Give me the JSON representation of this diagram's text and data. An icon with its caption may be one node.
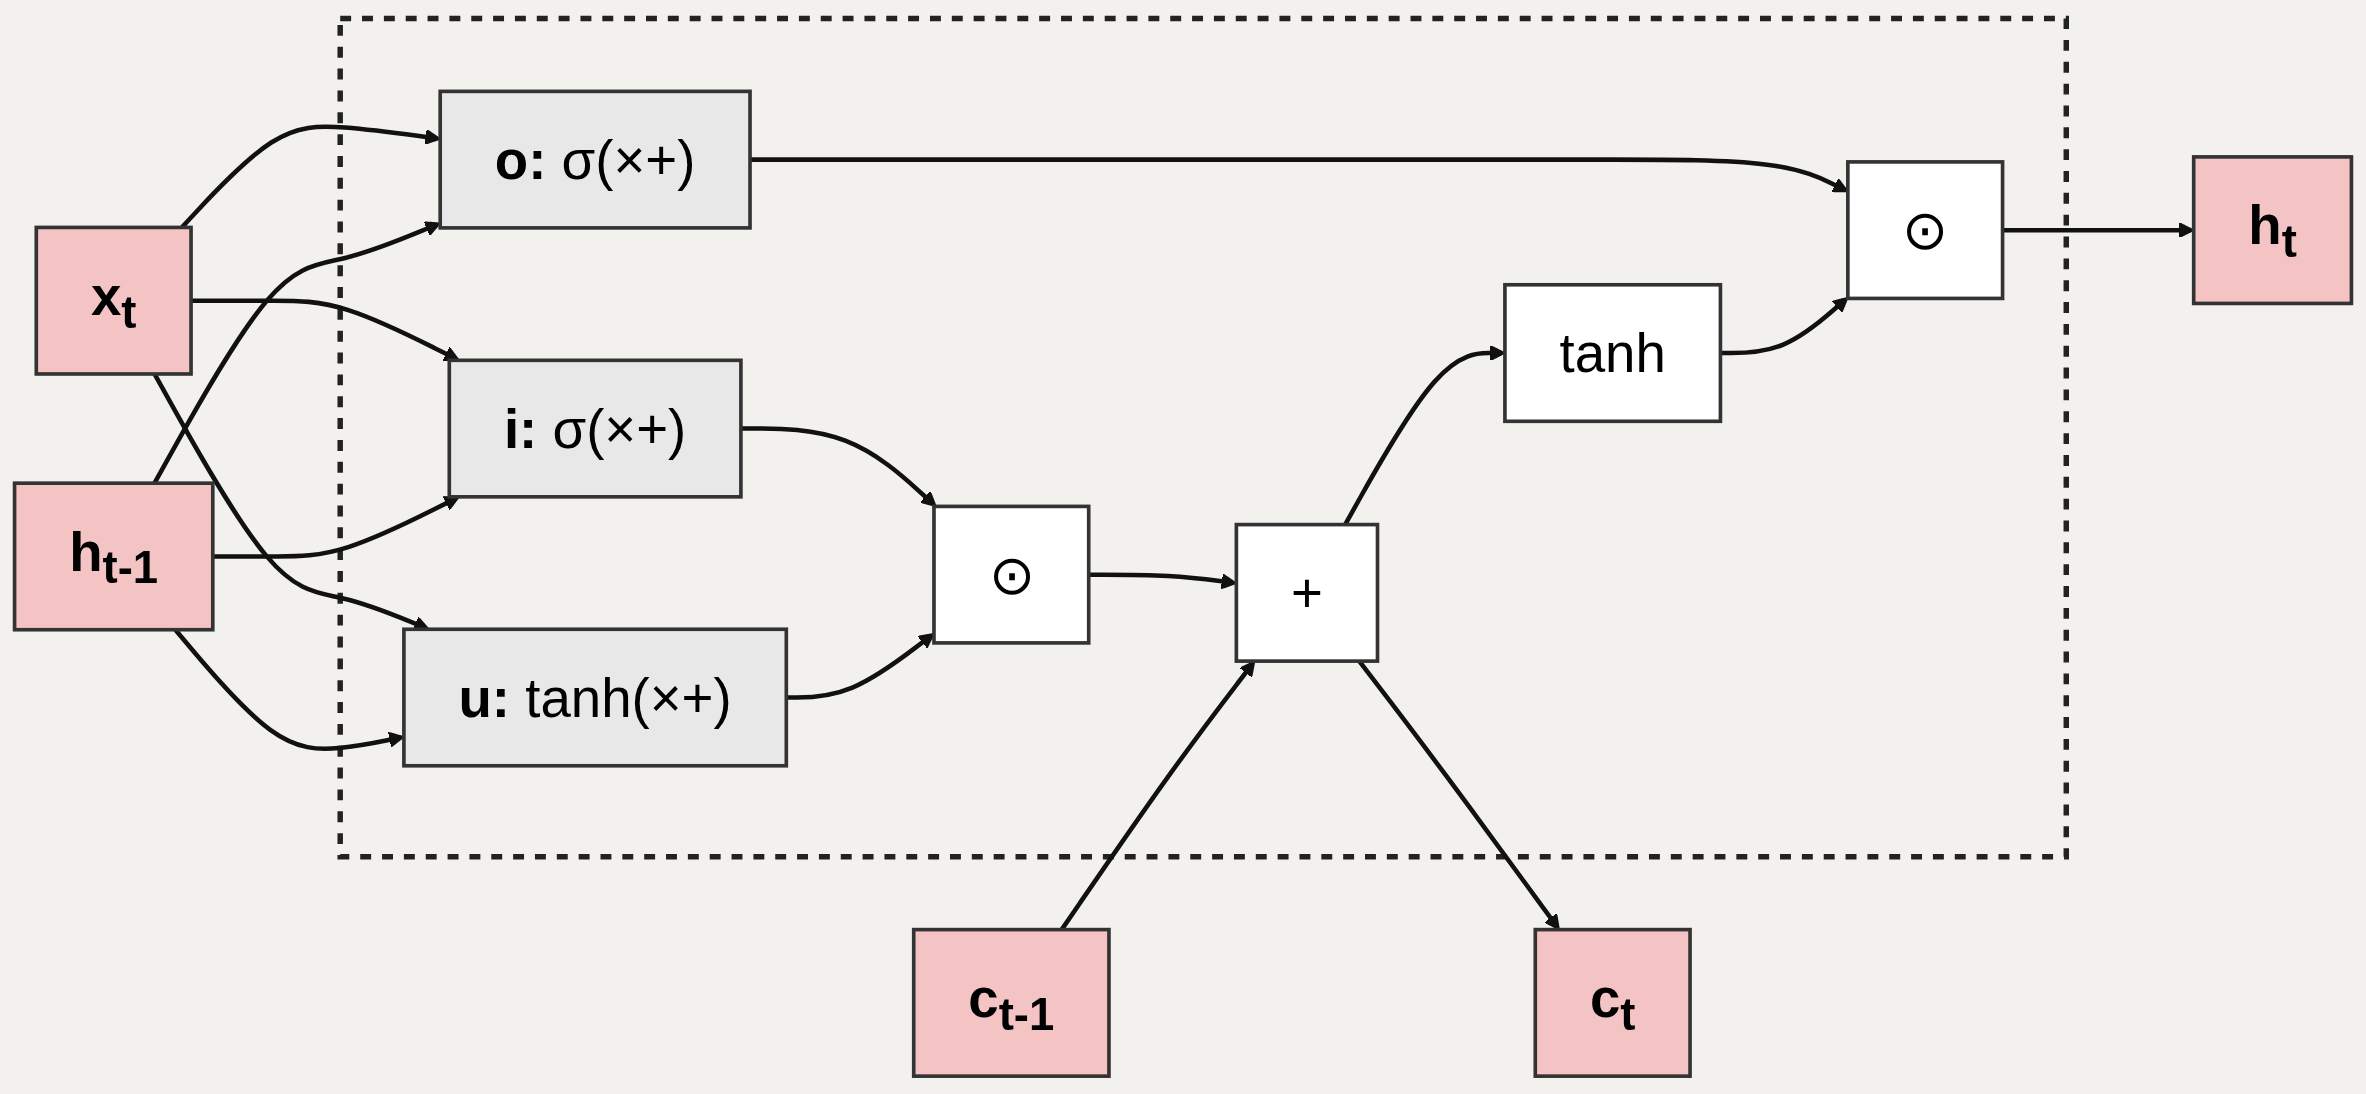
{
  "diagram": {
    "nodes": [
      {
        "text": [],
        "shape": "box"
      },
      {
        "text": [
          "c$_{t-1}$"
        ]
      },
      {
        "text": [
          "+"
        ],
        "in": 0
      },
      {
        "text": [
          "c$_{t}$"
        ]
      },
      {
        "text": [
          "h$_{t-1}$"
        ]
      },
      {
        "text": [
          "**u:** tanh(×+)"
        ],
        "in": 0
      },
      {
        "text": [
          "⊙"
        ],
        "in": 0
      },
      {
        "text": [
          "tanh"
        ],
        "in": 0
      },
      {
        "text": [
          "⊙"
        ],
        "in": 0
      },
      {
        "text": [
          "h$_{t}$"
        ]
      },
      {
        "text": [
          "**i:** σ(×+)"
        ],
        "in": 0
      },
      {
        "text": [
          "**o:** σ(×+)"
        ],
        "in": 0
      },
      {
        "text": [
          "x$_{t}$"
        ]
      }
    ],
    "edges": [
      {
        "from": 1,
        "to": 2,
        "arrow": "to"
      },
      {
        "from": 2,
        "to": 3,
        "arrow": "to"
      },
      {
        "from": 2,
        "to": 7,
        "arrow": "to"
      },
      {
        "from": 4,
        "to": 5,
        "arrow": "to"
      },
      {
        "from": 5,
        "to": 6,
        "arrow": "to"
      },
      {
        "from": 6,
        "to": 2,
        "arrow": "to"
      },
      {
        "from": 7,
        "to": 8,
        "arrow": "to"
      },
      {
        "from": 8,
        "to": 9,
        "arrow": "to"
      },
      {
        "from": 10,
        "to": 6,
        "arrow": "to"
      },
      {
        "from": 11,
        "to": 8,
        "arrow": "to"
      },
      {
        "from": 4,
        "to": 10,
        "arrow": "to"
      },
      {
        "from": 4,
        "to": 11,
        "arrow": "to"
      },
      {
        "from": 12,
        "to": 5,
        "arrow": "to"
      },
      {
        "from": 12,
        "to": 10,
        "arrow": "to"
      },
      {
        "from": 12,
        "to": 11,
        "arrow": "to"
      }
    ]
  }
}
